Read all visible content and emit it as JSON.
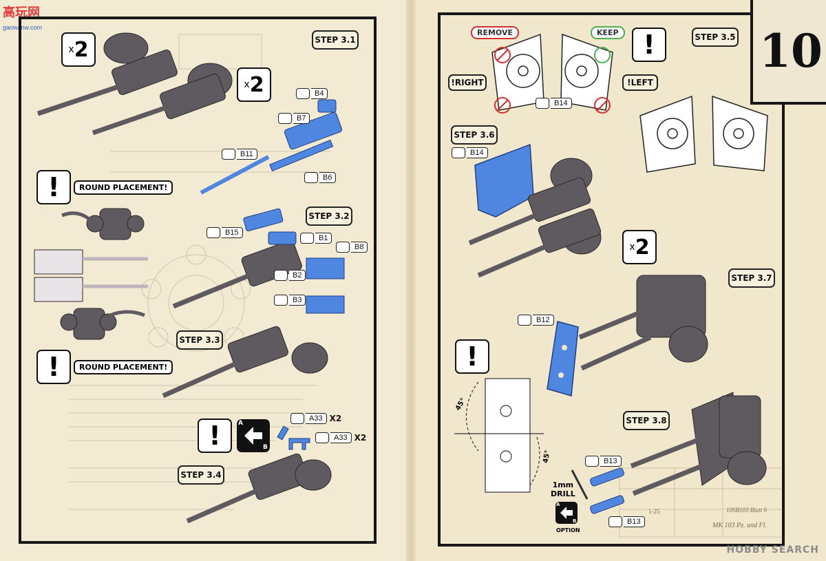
{
  "watermark": {
    "text": "高玩网",
    "url": "gaowanw.com"
  },
  "brand": "HOBBY SEARCH",
  "page_number": "10",
  "left_page": {
    "multiplier_top": {
      "x": "x",
      "n": "2"
    },
    "multiplier_second": {
      "x": "x",
      "n": "2"
    },
    "steps": [
      "STEP 3.1",
      "STEP 3.2",
      "STEP 3.3",
      "STEP 3.4"
    ],
    "parts": {
      "b4": "B4",
      "b7": "B7",
      "b11": "B11",
      "b6": "B6",
      "b15": "B15",
      "b1": "B1",
      "b8": "B8",
      "b2": "B2",
      "b3": "B3",
      "a33_a": "A33",
      "a33_b": "A33"
    },
    "part_multipliers": {
      "a33_a": "X2",
      "a33_b": "X2"
    },
    "warnings": [
      {
        "icon": "!",
        "text": "ROUND PLACEMENT!"
      },
      {
        "icon": "!",
        "text": "ROUND PLACEMENT!"
      }
    ],
    "step34_warning_icon": "!",
    "option_arrow": {
      "a": "A",
      "b": "B"
    }
  },
  "right_page": {
    "remove_label": "REMOVE",
    "keep_label": "KEEP",
    "warn_icon": "!",
    "right_label": "!RIGHT",
    "left_label": "!LEFT",
    "steps": [
      "STEP 3.5",
      "STEP 3.6",
      "STEP 3.7",
      "STEP 3.8"
    ],
    "parts": {
      "b14_a": "B14",
      "b14_b": "B14",
      "b12": "B12",
      "b13_a": "B13",
      "b13_b": "B13"
    },
    "multiplier": {
      "x": "x",
      "n": "2"
    },
    "drill_label": "1mm\nDRILL",
    "angle_a": "45°",
    "angle_b": "45°",
    "option_label": "OPTION",
    "option_arrow": {
      "a": "A",
      "b": "B"
    },
    "drill_warning_icon": "!",
    "blueprint_text": [
      "MK 103 Pz. und Fl.",
      "1-25",
      "10SB103 Blatt 6"
    ]
  },
  "colors": {
    "blue_part": "#4f86e0",
    "gray_part": "#5f5a5f",
    "dark": "#161616",
    "paper": "#f3ead3",
    "remove": "#d32f2f",
    "keep": "#4caf50"
  }
}
